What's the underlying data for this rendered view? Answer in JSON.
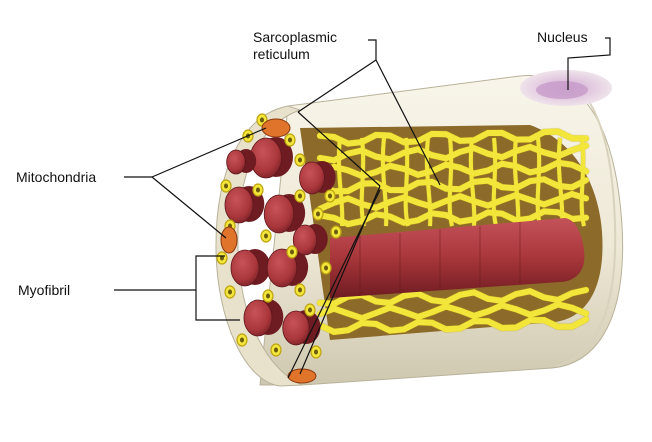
{
  "diagram": {
    "labels": {
      "sarcoplasmic_line1": "Sarcoplasmic",
      "sarcoplasmic_line2": "reticulum",
      "nucleus": "Nucleus",
      "mitochondria": "Mitochondria",
      "myofibril": "Myofibril"
    },
    "colors": {
      "membrane": "#efeadb",
      "membrane_shade": "#d8d2bd",
      "nucleus": "#d9b8d8",
      "reticulum": "#f2e63a",
      "reticulum_edge": "#bda310",
      "myofibril": "#a8363a",
      "myofibril_dark": "#6e1c22",
      "myofibril_light": "#c8545a",
      "mitochondria": "#e0742a"
    }
  }
}
